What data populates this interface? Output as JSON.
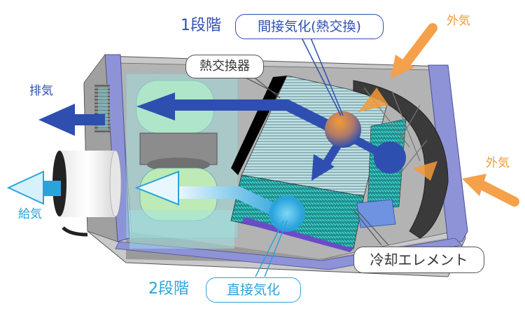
{
  "diagram": {
    "type": "two-stage evaporative cooler cutaway",
    "stages": [
      {
        "title": "1段階",
        "process": "間接気化(熱交換)"
      },
      {
        "title": "2段階",
        "process": "直接気化"
      }
    ],
    "components": {
      "heat_exchanger": "熱交換器",
      "cooling_element": "冷却エレメント"
    },
    "airflows": {
      "exhaust": "排気",
      "supply": "給気",
      "outside_air_top": "外気",
      "outside_air_right": "外気"
    },
    "colors": {
      "stage1": "#2e4fb0",
      "stage2": "#2aa3db",
      "outside_air": "#f39a38",
      "frame": "#8e92d6",
      "housing": "#b8b8b8",
      "fan": "#b8eab0",
      "duct": "#9fe3e3"
    }
  }
}
